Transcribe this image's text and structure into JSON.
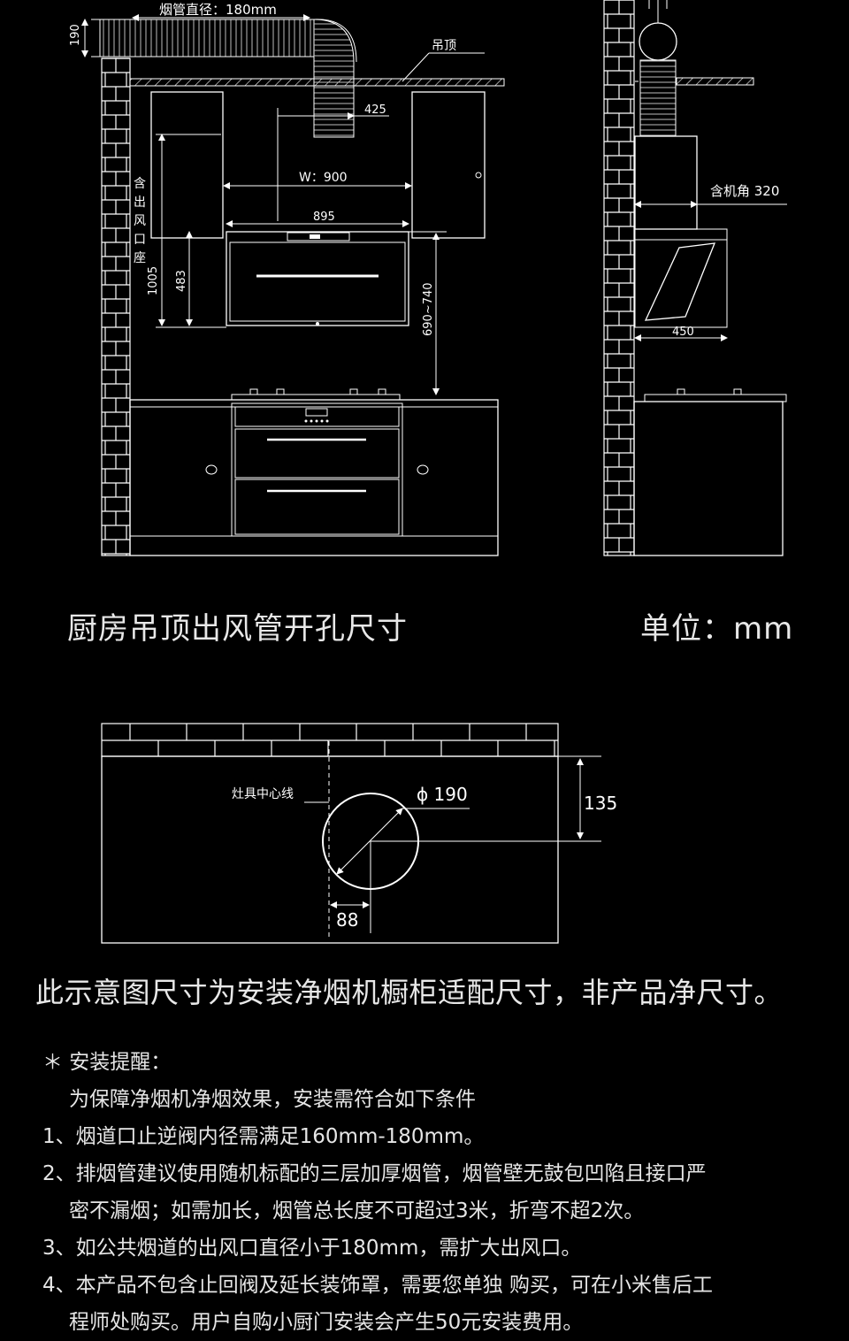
{
  "top_diagram": {
    "duct_label": "烟管直径：180mm",
    "dim_190": "190",
    "ceiling_label": "吊顶",
    "dim_425": "425",
    "dim_w900": "W：900",
    "dim_895": "895",
    "vertical_label": "含出风口座",
    "dim_1005": "1005",
    "dim_483": "483",
    "dim_690_740": "690~740",
    "side_label": "含机角 320",
    "dim_450": "450"
  },
  "caption_left": "厨房吊顶出风管开孔尺寸",
  "caption_right": "单位：mm",
  "bottom_diagram": {
    "center_line_label": "灶具中心线",
    "diameter_label": "ϕ 190",
    "dim_135": "135",
    "dim_88": "88"
  },
  "disclaimer": "此示意图尺寸为安装净烟机橱柜适配尺寸，非产品净尺寸。",
  "notes": {
    "heading": "＊  安装提醒：",
    "intro": "为保障净烟机净烟效果，安装需符合如下条件",
    "items": [
      "1、烟道口止逆阀内径需满足160mm-180mm。",
      "2、排烟管建议使用随机标配的三层加厚烟管，烟管壁无鼓包凹陷且接口严",
      "密不漏烟；如需加长，烟管总长度不可超过3米，折弯不超2次。",
      "3、如公共烟道的出风口直径小于180mm，需扩大出风口。",
      "4、本产品不包含止回阀及延长装饰罩，需要您单独 购买，可在小米售后工",
      "程师处购买。用户自购小厨门安装会产生50元安装费用。"
    ]
  }
}
